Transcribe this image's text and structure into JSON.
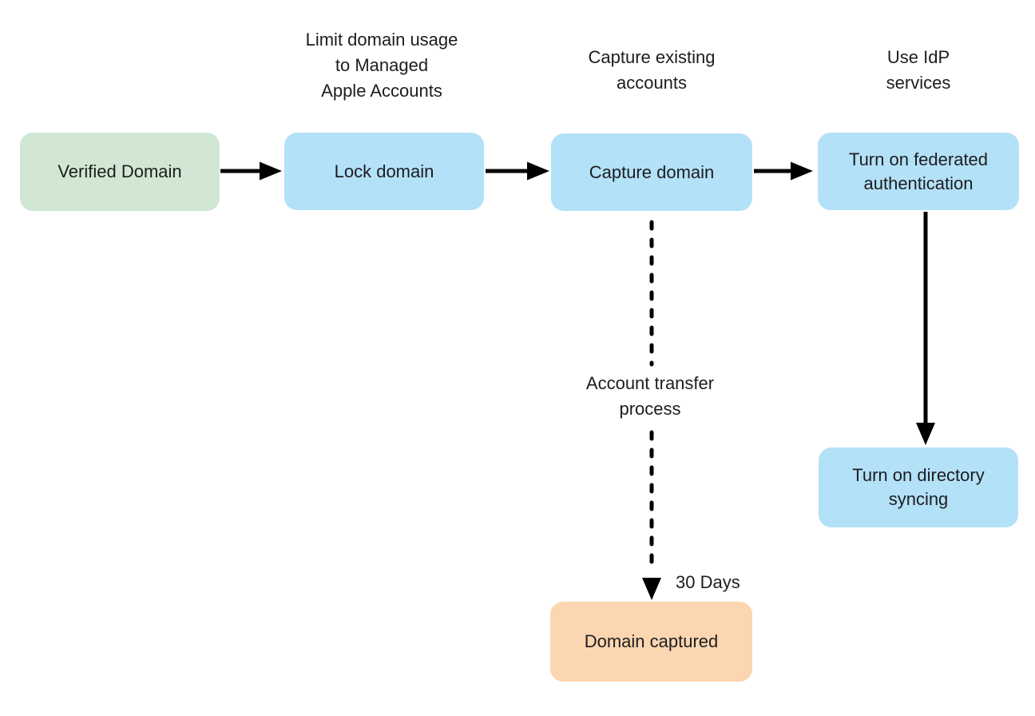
{
  "diagram": {
    "title": "Domain capture and federated authentication flow",
    "colors": {
      "node_green": "#d1e7d3",
      "node_blue": "#b3e1f8",
      "node_orange": "#fbd6b0",
      "arrow": "#000000",
      "text": "#1d1d1f",
      "background": "#ffffff"
    },
    "nodes": {
      "verified_domain": {
        "label": "Verified Domain",
        "color": "#d1e7d3"
      },
      "lock_domain": {
        "label": "Lock domain",
        "color": "#b3e1f8"
      },
      "capture_domain": {
        "label": "Capture domain",
        "color": "#b3e1f8"
      },
      "federated_auth": {
        "label": "Turn on federated authentication",
        "color": "#b3e1f8"
      },
      "directory_syncing": {
        "label": "Turn on directory syncing",
        "color": "#b3e1f8"
      },
      "domain_captured": {
        "label": "Domain captured",
        "color": "#fbd6b0"
      }
    },
    "captions": {
      "limit_domain_usage": "Limit domain usage\nto Managed\nApple Accounts",
      "capture_existing": "Capture existing\naccounts",
      "use_idp": "Use IdP\nservices",
      "account_transfer": "Account transfer\nprocess",
      "thirty_days": "30 Days"
    },
    "edges": [
      {
        "from": "verified_domain",
        "to": "lock_domain",
        "style": "solid"
      },
      {
        "from": "lock_domain",
        "to": "capture_domain",
        "style": "solid"
      },
      {
        "from": "capture_domain",
        "to": "federated_auth",
        "style": "solid"
      },
      {
        "from": "federated_auth",
        "to": "directory_syncing",
        "style": "solid"
      },
      {
        "from": "capture_domain",
        "to": "domain_captured",
        "style": "dashed",
        "label": "Account transfer process / 30 Days"
      }
    ]
  }
}
